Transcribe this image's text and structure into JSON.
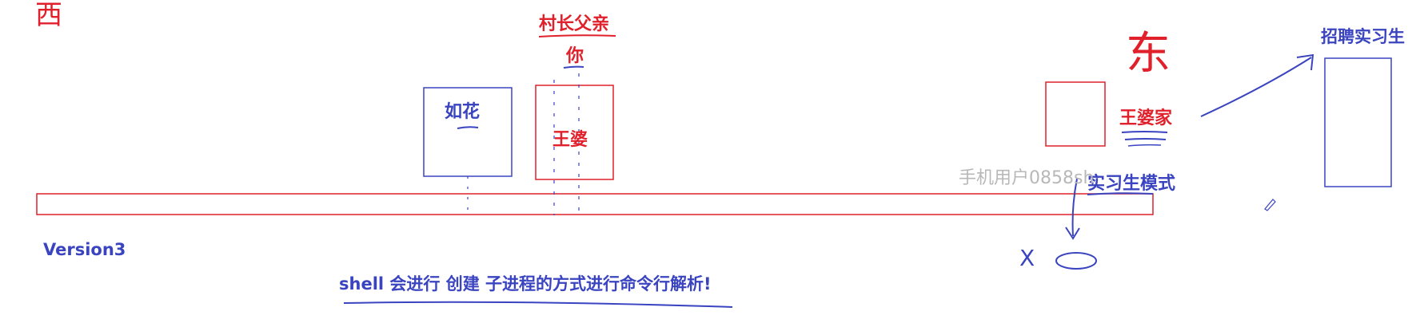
{
  "labels": {
    "west": "西",
    "east": "东",
    "village_father": "村长父亲",
    "you": "你",
    "ruhua": "如花",
    "wangpo": "王婆",
    "wangpo_home": "王婆家",
    "hire_intern": "招聘实习生",
    "intern_mode": "实习生模式",
    "version": "Version3",
    "shell_note": "shell 会进行 创建 子进程的方式进行命令行解析!",
    "x_mark": "X"
  },
  "watermark": "手机用户0858sh",
  "colors": {
    "red": "#e0202a",
    "blue": "#3a44c0",
    "watermark": "#b8b8b8"
  }
}
